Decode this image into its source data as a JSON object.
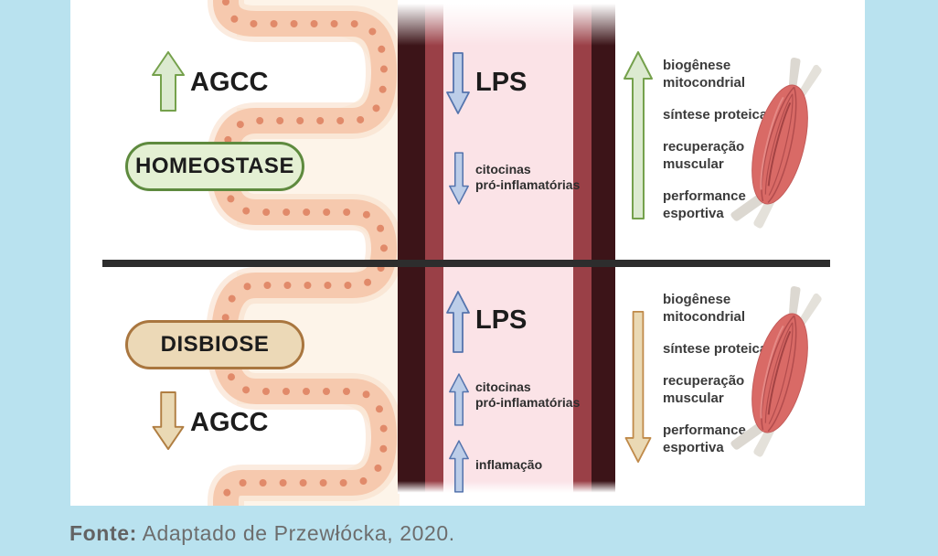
{
  "caption": {
    "prefix": "Fonte:",
    "text": " Adaptado de Przewłócka, 2020."
  },
  "top_section": {
    "state_label": "HOMEOSTASE",
    "agcc_label": "AGCC",
    "agcc_direction": "up",
    "lps_label": "LPS",
    "lps_direction": "down",
    "cytokines_label": "citocinas\npró-inflamatórias",
    "cytokines_direction": "down",
    "muscle_outcomes_direction": "up",
    "outcomes": [
      "biogênese\nmitocondrial",
      "síntese proteica",
      "recuperação\nmuscular",
      "performance\nesportiva"
    ]
  },
  "bottom_section": {
    "state_label": "DISBIOSE",
    "agcc_label": "AGCC",
    "agcc_direction": "down",
    "lps_label": "LPS",
    "lps_direction": "up",
    "cytokines_label": "citocinas\npró-inflamatórias",
    "cytokines_direction": "up",
    "inflammation_label": "inflamação",
    "inflammation_direction": "up",
    "muscle_outcomes_direction": "down",
    "outcomes": [
      "biogênese\nmitocondrial",
      "síntese proteica",
      "recuperação\nmuscular",
      "performance\nesportiva"
    ]
  },
  "colors": {
    "page_background": "#b9e2ef",
    "panel_background": "#ffffff",
    "homeostase_fill": "#e4f0d3",
    "homeostase_border": "#5e8a3e",
    "disbiose_fill": "#ecd9b7",
    "disbiose_border": "#a9763f",
    "arrow_blue_fill": "#bccde8",
    "arrow_blue_border": "#5574ad",
    "arrow_green_fill": "#dcead0",
    "arrow_green_border": "#75a14c",
    "arrow_tan_fill": "#ead9b4",
    "arrow_tan_border": "#b07e42",
    "vessel_dark": "#3c1418",
    "vessel_red": "#9a4047",
    "vessel_pink": "#fbe3e7",
    "villi_band": "#f6c9ae",
    "villi_dots": "#e18a6a",
    "tissue_cream": "#fdf4e9",
    "divider": "#2d2d2d",
    "muscle_red": "#d96a66"
  }
}
